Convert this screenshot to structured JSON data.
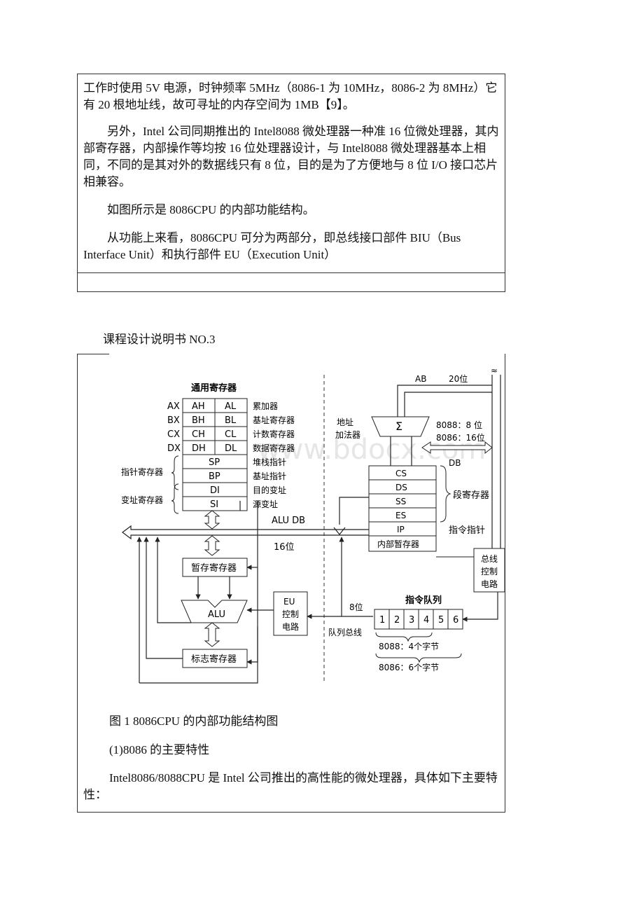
{
  "box1": {
    "para1": "工作时使用 5V 电源，时钟频率 5MHz（8086-1 为 10MHz，8086-2 为 8MHz）它有 20 根地址线，故可寻址的内存空间为 1MB【9】。",
    "para2": "另外，Intel 公司同期推出的 Intel8088 微处理器一种准 16 位微处理器，其内部寄存器，内部操作等均按 16 位处理器设计，与 Intel8088 微处理器基本上相同，不同的是其对外的数据线只有 8 位，目的是为了方便地与 8 位 I/O 接口芯片相兼容。",
    "para3": "如图所示是 8086CPU 的内部功能结构。",
    "para4": "从功能上来看，8086CPU 可分为两部分，即总线接口部件 BIU（Bus Interface Unit）和执行部件 EU（Execution Unit）"
  },
  "heading": "课程设计说明书  NO.3",
  "figure": {
    "gpr_title": "通用寄存器",
    "reg_names": [
      "AX",
      "BX",
      "CX",
      "DX"
    ],
    "reg_high": [
      "AH",
      "BH",
      "CH",
      "DH"
    ],
    "reg_low": [
      "AL",
      "BL",
      "CL",
      "DL"
    ],
    "reg_desc": [
      "累加器",
      "基址寄存器",
      "计数寄存器",
      "数据寄存器",
      "堆栈指针",
      "基址指针",
      "目的变址",
      "源变址"
    ],
    "ptr_regs": [
      "SP",
      "BP",
      "DI",
      "SI"
    ],
    "pointer_group": "指针寄存器",
    "index_group": "变址寄存器",
    "alu_db": "ALU  DB",
    "bus16": "16位",
    "temp_reg": "暂存寄存器",
    "alu": "ALU",
    "flag_reg": "标志寄存器",
    "eu_ctrl": [
      "EU",
      "控制",
      "电路"
    ],
    "bits8": "8位",
    "queue_bus": "队列总线",
    "queue_title": "指令队列",
    "queue_cells": [
      "1",
      "2",
      "3",
      "4",
      "5",
      "6"
    ],
    "q8088": "8088：4个字节",
    "q8086": "8086：6个字节",
    "ab": "AB",
    "ab20": "20位",
    "addr_adder": [
      "地址",
      "加法器"
    ],
    "sigma": "Σ",
    "d8088": "8088：8 位",
    "d8086": "8086：16位",
    "db": "DB",
    "seg_regs": [
      "CS",
      "DS",
      "SS",
      "ES",
      "IP"
    ],
    "internal_temp": "内部暂存器",
    "seg_group": "段寄存器",
    "ip_label": "指令指针",
    "bus_ctrl": [
      "总线",
      "控制",
      "电路"
    ],
    "watermark": "www.bdocx.com"
  },
  "caption": "图 1 8086CPU 的内部功能结构图",
  "section": "(1)8086 的主要特性",
  "para5": "Intel8086/8088CPU 是 Intel 公司推出的高性能的微处理器，具体如下主要特性："
}
